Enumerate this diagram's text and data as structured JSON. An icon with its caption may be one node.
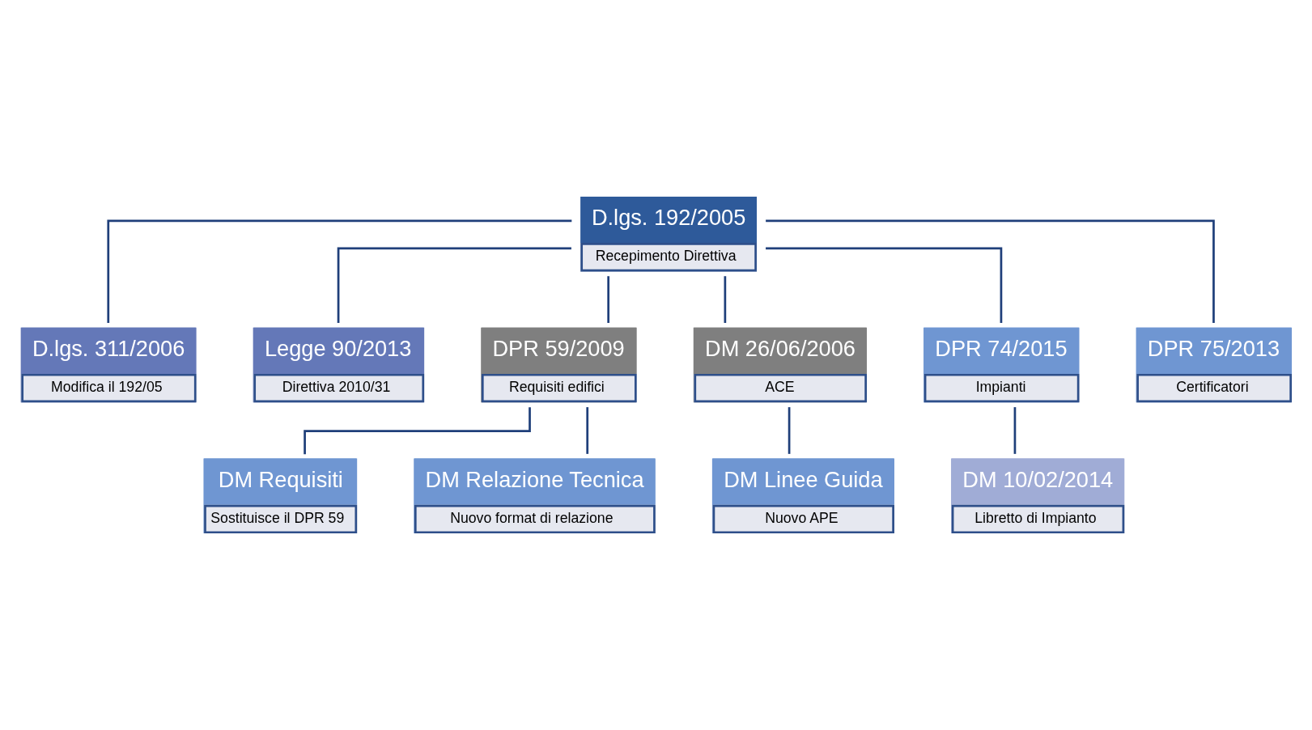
{
  "diagram": {
    "nodes": [
      {
        "text": [
          "D.lgs. 192/2005",
          "Recepimento Direttiva"
        ]
      },
      {
        "text": [
          "D.lgs. 311/2006",
          "Modifica il 192/05"
        ]
      },
      {
        "text": [
          "Legge 90/2013",
          "Direttiva 2010/31"
        ]
      },
      {
        "text": [
          "DPR 59/2009",
          "Requisiti edifici"
        ]
      },
      {
        "text": [
          "DM 26/06/2006",
          "ACE"
        ]
      },
      {
        "text": [
          "DPR 74/2015",
          "Impianti"
        ]
      },
      {
        "text": [
          "DPR 75/2013",
          "Certificatori"
        ]
      },
      {
        "text": [
          "DM Requisiti",
          "Sostituisce il DPR 59"
        ]
      },
      {
        "text": [
          "DM Relazione Tecnica",
          "Nuovo format di relazione"
        ]
      },
      {
        "text": [
          "DM Linee Guida",
          "Nuovo APE"
        ]
      },
      {
        "text": [
          "DM 10/02/2014",
          "Libretto di Impianto"
        ]
      }
    ],
    "edges": [
      {
        "from": 0,
        "to": 1,
        "arrow": "none"
      },
      {
        "from": 0,
        "to": 2,
        "arrow": "none"
      },
      {
        "from": 0,
        "to": 3,
        "arrow": "none"
      },
      {
        "from": 0,
        "to": 4,
        "arrow": "none"
      },
      {
        "from": 0,
        "to": 5,
        "arrow": "none"
      },
      {
        "from": 0,
        "to": 6,
        "arrow": "none"
      },
      {
        "from": 3,
        "to": 7,
        "arrow": "none"
      },
      {
        "from": 3,
        "to": 8,
        "arrow": "none"
      },
      {
        "from": 4,
        "to": 9,
        "arrow": "none"
      },
      {
        "from": 5,
        "to": 10,
        "arrow": "none"
      }
    ]
  }
}
